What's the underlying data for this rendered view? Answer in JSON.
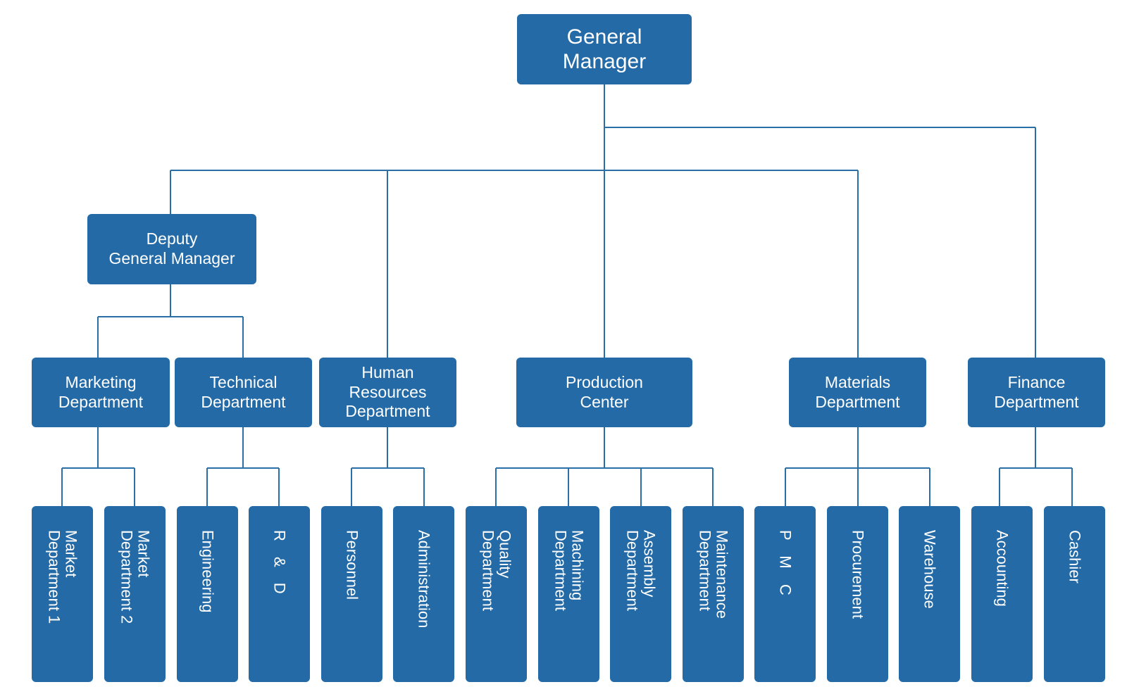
{
  "colors": {
    "box_fill": "#236aa6",
    "connector": "#2a6fa8",
    "text": "#ffffff"
  },
  "org": {
    "general_manager": "General\nManager",
    "deputy_general_manager": "Deputy\nGeneral Manager",
    "departments": {
      "marketing": "Marketing\nDepartment",
      "technical": "Technical\nDepartment",
      "human_resources": "Human\nResources\nDepartment",
      "production": "Production\nCenter",
      "materials": "Materials\nDepartment",
      "finance": "Finance\nDepartment"
    },
    "units": {
      "market_1": "Market\nDepartment 1",
      "market_2": "Market\nDepartment 2",
      "engineering": "Engineering",
      "rd": "R & D",
      "personnel": "Personnel",
      "administration": "Administration",
      "quality": "Quality\nDepartment",
      "machining": "Machining\nDepartment",
      "assembly": "Assembly\nDepartment",
      "maintenance": "Maintenance\nDepartment",
      "pmc": "P M C",
      "procurement": "Procurement",
      "warehouse": "Warehouse",
      "accounting": "Accounting",
      "cashier": "Cashier"
    }
  }
}
